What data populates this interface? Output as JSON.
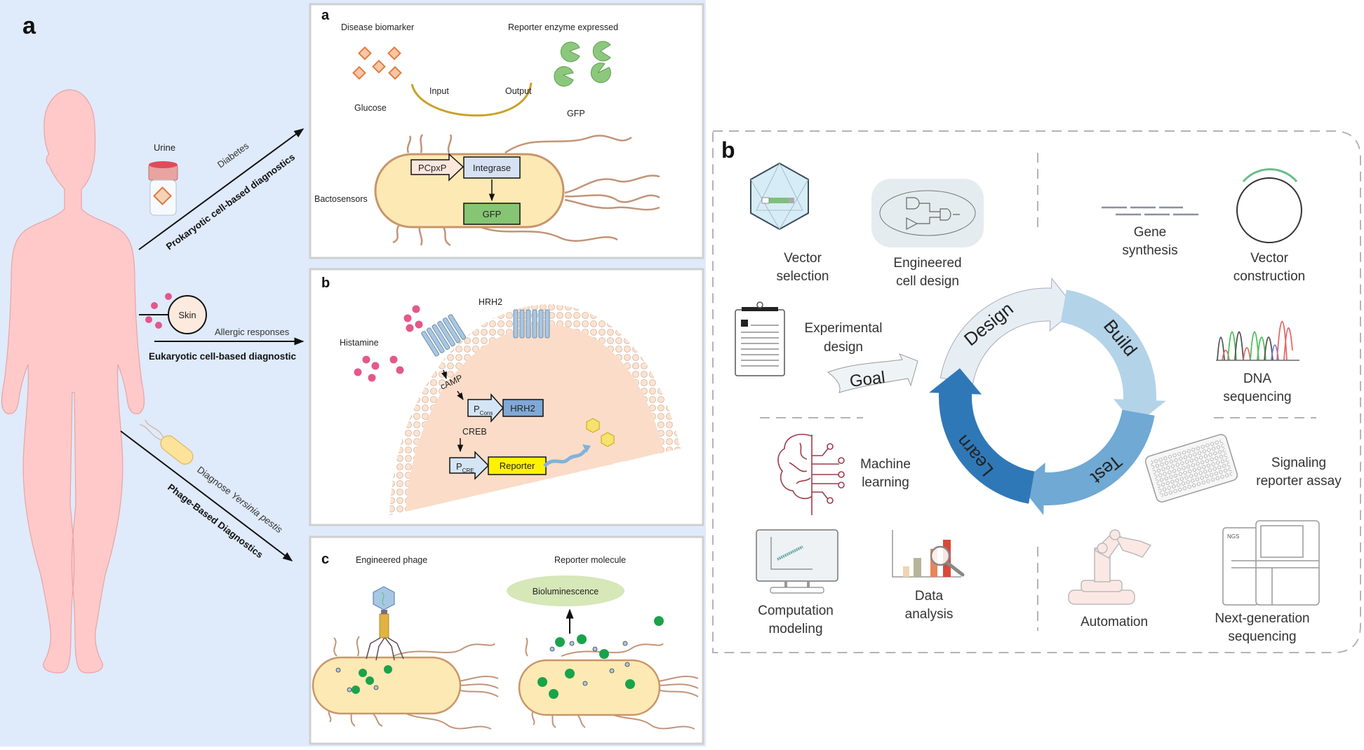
{
  "figure_a": {
    "panel_letter": "a",
    "specimens": {
      "urine": "Urine",
      "skin": "Skin"
    },
    "pathways": [
      {
        "condition": "Diabetes",
        "method": "Prokaryotic cell-based diagnostics"
      },
      {
        "condition": "Allergic responses",
        "method": "Eukaryotic cell-based diagnostic"
      },
      {
        "condition": "Diagnose  Yersinia pestis",
        "condition_prefix": "Diagnose ",
        "condition_italic": "Yersinia pestis",
        "method": "Phage-Based Diagnostics"
      }
    ],
    "subpanels": {
      "a": {
        "letter": "a",
        "disease_biomarker": "Disease biomarker",
        "reporter_expressed": "Reporter enzyme  expressed",
        "input": "Input",
        "output": "Output",
        "glucose": "Glucose",
        "gfp_label": "GFP",
        "bactosensors": "Bactosensors",
        "promoter": "PCpxP",
        "integrase": "Integrase",
        "gfp_gene": "GFP"
      },
      "b": {
        "letter": "b",
        "histamine": "Histamine",
        "receptor": "HRH2",
        "camp": "cAMP",
        "promoter_cons_main": "P",
        "promoter_cons_sub": "Cons",
        "hrh2_gene": "HRH2",
        "creb": "CREB",
        "promoter_cre_main": "P",
        "promoter_cre_sub": "CRE",
        "reporter": "Reporter"
      },
      "c": {
        "letter": "c",
        "engineered_phage": "Engineered phage",
        "reporter_molecule": "Reporter molecule",
        "bioluminescence": "Bioluminescence"
      }
    }
  },
  "figure_b": {
    "panel_letter": "b",
    "cycle": [
      "Design",
      "Build",
      "Test",
      "Learn"
    ],
    "goal": "Goal",
    "design_items": [
      {
        "icon": "vector-selection-icon",
        "label_l1": "Vector",
        "label_l2": "selection"
      },
      {
        "icon": "engineered-cell-design-icon",
        "label_l1": "Engineered",
        "label_l2": "cell design"
      },
      {
        "icon": "clipboard-icon",
        "label_l1": "Experimental",
        "label_l2": "design"
      }
    ],
    "build_items": [
      {
        "icon": "gene-synthesis-icon",
        "label_l1": "Gene",
        "label_l2": "synthesis"
      },
      {
        "icon": "plasmid-icon",
        "label_l1": "Vector",
        "label_l2": "construction"
      },
      {
        "icon": "chromatogram-icon",
        "label_l1": "DNA",
        "label_l2": "sequencing"
      }
    ],
    "test_items": [
      {
        "icon": "well-plate-icon",
        "label_l1": "Signaling",
        "label_l2": "reporter assay"
      },
      {
        "icon": "robot-arm-icon",
        "label_l1": "Automation",
        "label_l2": ""
      },
      {
        "icon": "sequencer-icon",
        "label_l1": "Next-generation",
        "label_l2": "sequencing",
        "badge": "NGS"
      }
    ],
    "learn_items": [
      {
        "icon": "brain-circuit-icon",
        "label_l1": "Machine",
        "label_l2": "learning"
      },
      {
        "icon": "monitor-icon",
        "label_l1": "Computation",
        "label_l2": "modeling"
      },
      {
        "icon": "bar-chart-magnifier-icon",
        "label_l1": "Data",
        "label_l2": "analysis"
      }
    ]
  },
  "colors": {
    "left_bg": "#dfeafb",
    "body_pink": "#ffc9c9",
    "bacteria_fill": "#fde9b3",
    "bacteria_stroke": "#c9956b",
    "flagella": "#c29478",
    "glucose": "#f2a676",
    "gfp_green": "#8cc87c",
    "histamine": "#e5578a",
    "cell_fill": "#fbdcc8",
    "reporter_yellow": "#fff200",
    "design": "#e6eef4",
    "build": "#b3d3e8",
    "test": "#6fa9d4",
    "learn": "#2f78b7"
  }
}
